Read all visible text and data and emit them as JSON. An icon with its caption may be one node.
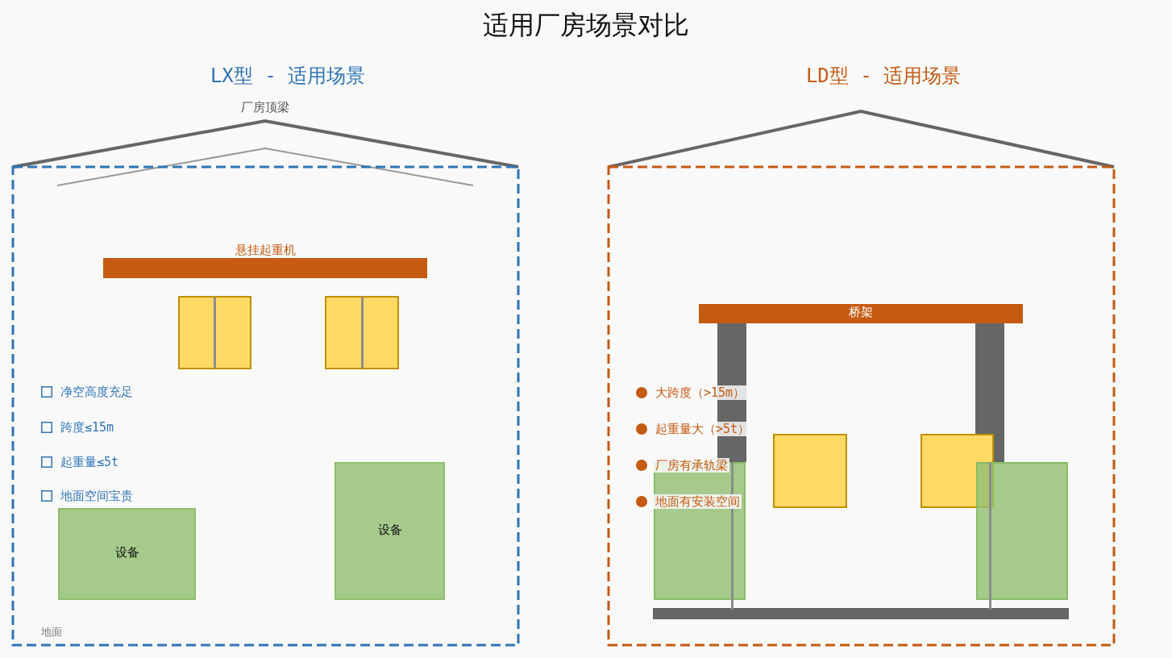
{
  "diagram": {
    "title": "适用厂房场景对比",
    "nodes": [
      {
        "text": [
          "LX型 - 适用场景"
        ]
      },
      {
        "text": [
          "悬挂起重机"
        ],
        "in": 0
      },
      {
        "text": [],
        "shape": "box",
        "in": 0
      },
      {
        "text": [],
        "shape": "box",
        "in": 0
      },
      {
        "text": [
          "设备"
        ],
        "in": 0
      },
      {
        "text": [
          "设备"
        ],
        "in": 0
      },
      {
        "text": [
          "LD型 - 适用场景"
        ]
      },
      {
        "text": [
          "桥架"
        ],
        "in": 6
      },
      {
        "text": [],
        "shape": "bar",
        "in": 6
      },
      {
        "text": [],
        "shape": "bar",
        "in": 6
      },
      {
        "text": [],
        "shape": "box",
        "in": 6
      },
      {
        "text": [],
        "shape": "box",
        "in": 6
      },
      {
        "text": [],
        "shape": "box",
        "in": 6
      },
      {
        "text": [],
        "shape": "box",
        "in": 6
      }
    ],
    "labels": [
      "厂房顶梁",
      "净空高度充足",
      "跨度≤15m",
      "起重量≤5t",
      "地面空间宝贵",
      "地面",
      "大跨度（>15m）",
      "起重量大（>5t）",
      "厂房有承轨梁",
      "地面有安装空间"
    ]
  }
}
